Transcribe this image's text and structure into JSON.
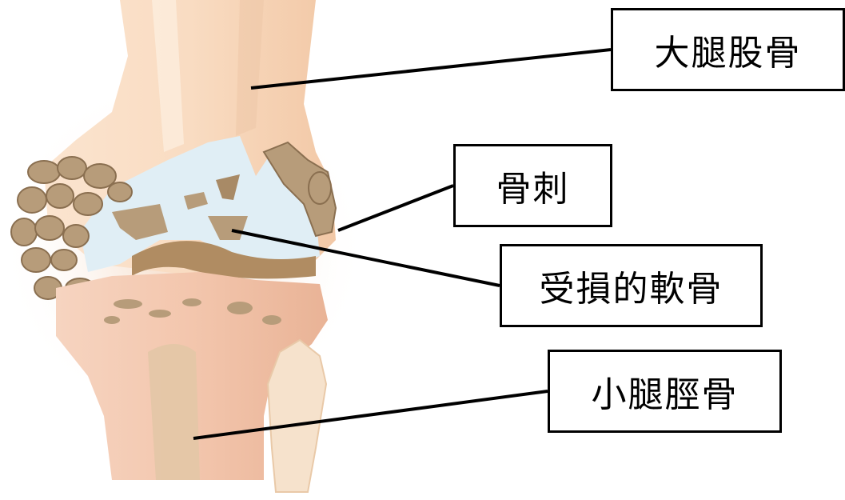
{
  "labels": {
    "femur": "大腿股骨",
    "bone_spur": "骨刺",
    "damaged_cartilage": "受損的軟骨",
    "tibia": "小腿脛骨"
  },
  "colors": {
    "bone": "#f7d9bf",
    "bone_shadow": "#e9b99a",
    "cartilage": "#e0eef5",
    "osteophyte": "#b79c7a",
    "osteophyte_dark": "#8a6f50",
    "line": "#000000"
  }
}
